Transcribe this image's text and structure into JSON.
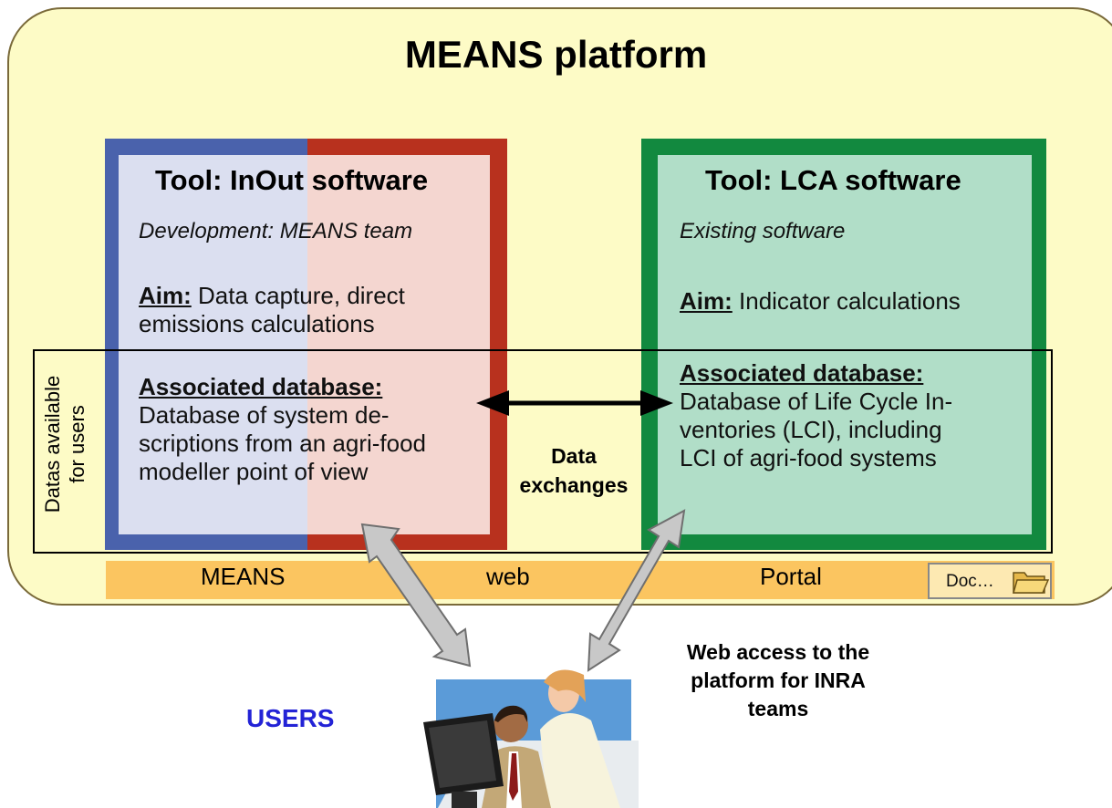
{
  "title": "MEANS platform",
  "left_tool": {
    "title": "Tool: InOut software",
    "development": "Development: MEANS team",
    "aim_label": "Aim:",
    "aim_lines": [
      " Data capture, direct",
      "emissions calculations"
    ],
    "db_label": "Associated database:",
    "db_lines": [
      "Database of system de-",
      "scriptions from an agri-food",
      "modeller point of view"
    ]
  },
  "right_tool": {
    "title": "Tool: LCA software",
    "development": "Existing software",
    "aim_label": "Aim:",
    "aim_text": " Indicator calculations",
    "db_label": "Associated database:",
    "db_lines": [
      "Database of Life Cycle In-",
      "ventories (LCI), including",
      "LCI of agri-food systems"
    ]
  },
  "data_band_label": [
    "Datas available",
    "for users"
  ],
  "exchange_label": [
    "Data",
    "exchanges"
  ],
  "portal": {
    "words": [
      "MEANS",
      "web",
      "Portal"
    ],
    "doc_label": "Doc…"
  },
  "users_label": "USERS",
  "web_access_label": [
    "Web access to the",
    "platform for INRA",
    "teams"
  ],
  "colors": {
    "platform_fill": "#fdfbc6",
    "left_tool_blue": "#4a62ac",
    "left_tool_red": "#b8311e",
    "right_tool_green": "#12893f",
    "portal_bar": "#fbc560",
    "users_text": "#2323d6",
    "arrows": "#c8c8c8"
  },
  "icons": [
    "double-arrow-icon",
    "folder-icon",
    "users-at-computer-icon"
  ]
}
